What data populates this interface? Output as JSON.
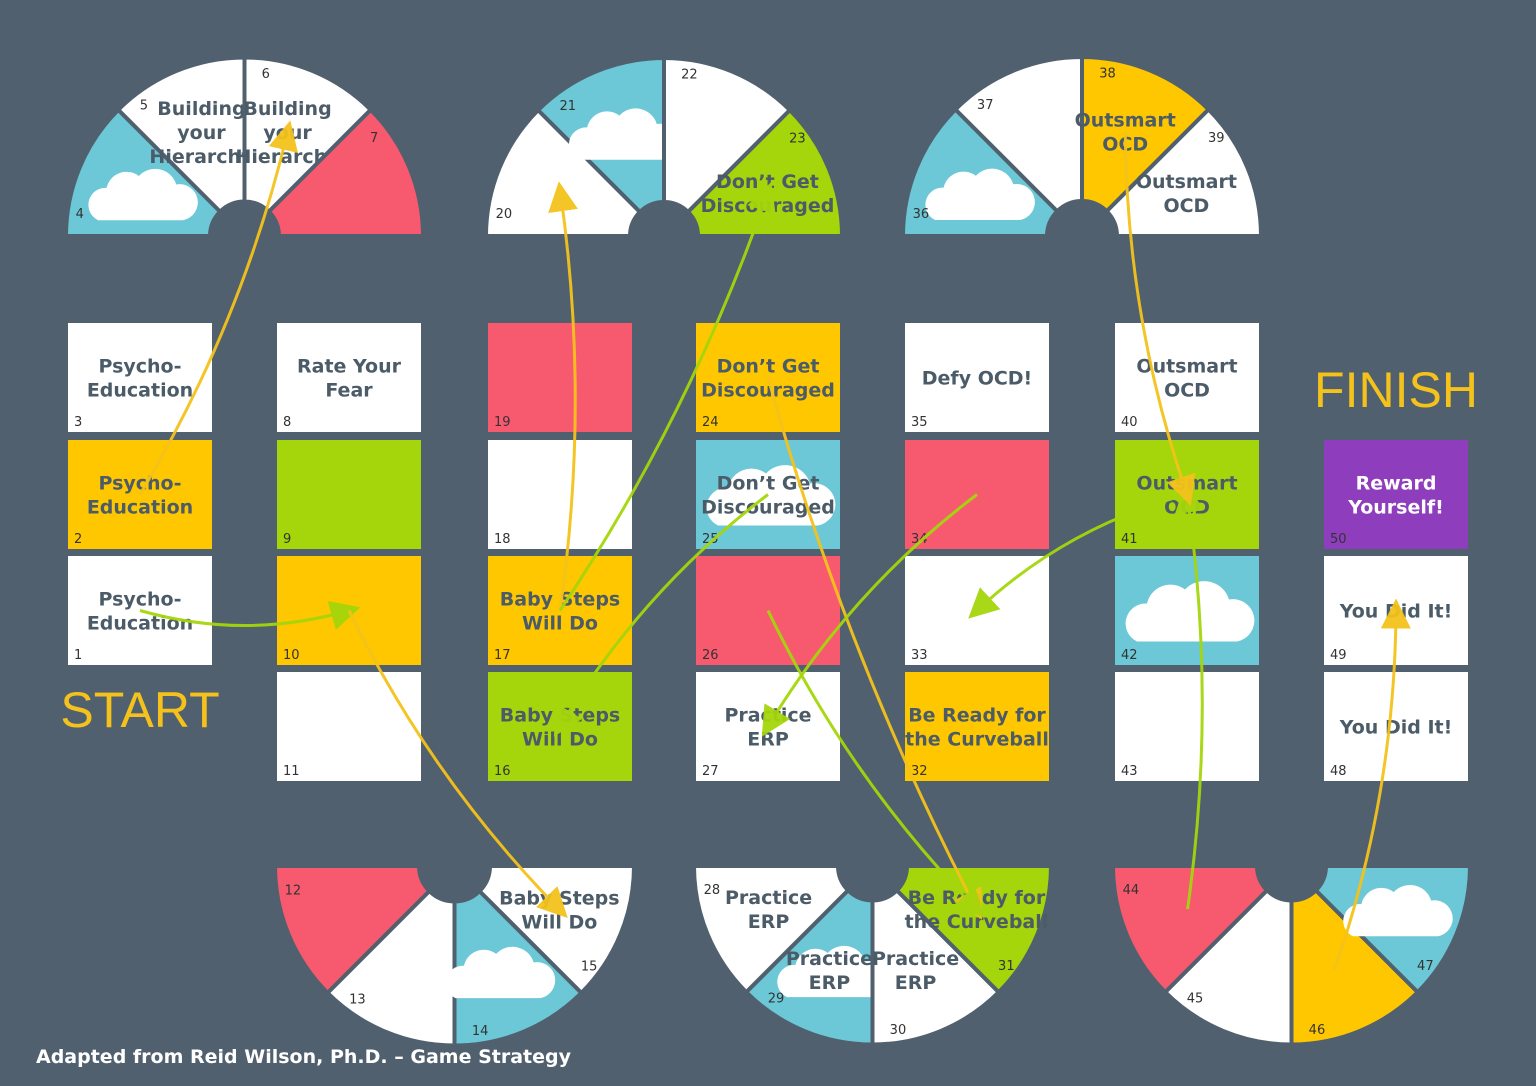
{
  "board": {
    "start_label": "START",
    "finish_label": "FINISH",
    "credit": "Adapted from Reid Wilson, Ph.D. – Game Strategy",
    "colors": {
      "background": "#51606e",
      "white": "#ffffff",
      "blue": "#6cc8d6",
      "red": "#f75a6f",
      "yellow": "#fec700",
      "green": "#a4d60b",
      "purple": "#8e3dbc",
      "text_dark": "#4b5b67",
      "text_light": "#ffffff",
      "arrow_yellow": "#f4c21b",
      "arrow_green": "#a4d60b",
      "start_finish": "#f4c21b"
    },
    "cells": [
      {
        "n": 1,
        "color": "white",
        "lines": [
          "Psycho-",
          "Education"
        ]
      },
      {
        "n": 2,
        "color": "yellow",
        "lines": [
          "Psycho-",
          "Education"
        ]
      },
      {
        "n": 3,
        "color": "white",
        "lines": [
          "Psycho-",
          "Education"
        ]
      },
      {
        "n": 4,
        "color": "blue",
        "cloud": true
      },
      {
        "n": 5,
        "color": "white",
        "lines": [
          "Building",
          "your",
          "Hierarchy"
        ]
      },
      {
        "n": 6,
        "color": "white",
        "lines": [
          "Building",
          "your",
          "Hierarchy"
        ]
      },
      {
        "n": 7,
        "color": "red"
      },
      {
        "n": 8,
        "color": "white",
        "lines": [
          "Rate Your",
          "Fear"
        ]
      },
      {
        "n": 9,
        "color": "green"
      },
      {
        "n": 10,
        "color": "yellow"
      },
      {
        "n": 11,
        "color": "white"
      },
      {
        "n": 12,
        "color": "red"
      },
      {
        "n": 13,
        "color": "white"
      },
      {
        "n": 14,
        "color": "blue",
        "cloud": true
      },
      {
        "n": 15,
        "color": "white",
        "lines": [
          "Baby Steps",
          "Will Do"
        ]
      },
      {
        "n": 16,
        "color": "green",
        "lines": [
          "Baby Steps",
          "Will Do"
        ]
      },
      {
        "n": 17,
        "color": "yellow",
        "lines": [
          "Baby Steps",
          "Will Do"
        ]
      },
      {
        "n": 18,
        "color": "white"
      },
      {
        "n": 19,
        "color": "red"
      },
      {
        "n": 20,
        "color": "white"
      },
      {
        "n": 21,
        "color": "blue",
        "cloud": true
      },
      {
        "n": 22,
        "color": "white"
      },
      {
        "n": 23,
        "color": "green",
        "lines": [
          "Don’t Get",
          "Discouraged"
        ]
      },
      {
        "n": 24,
        "color": "yellow",
        "lines": [
          "Don’t Get",
          "Discouraged"
        ]
      },
      {
        "n": 25,
        "color": "blue",
        "cloud": true,
        "lines": [
          "Don’t Get",
          "Discouraged"
        ]
      },
      {
        "n": 26,
        "color": "red"
      },
      {
        "n": 27,
        "color": "white",
        "lines": [
          "Practice",
          "ERP"
        ]
      },
      {
        "n": 28,
        "color": "white",
        "lines": [
          "Practice",
          "ERP"
        ]
      },
      {
        "n": 29,
        "color": "blue",
        "cloud": true,
        "lines": [
          "Practice",
          "ERP"
        ]
      },
      {
        "n": 30,
        "color": "white",
        "lines": [
          "Practice",
          "ERP"
        ]
      },
      {
        "n": 31,
        "color": "green",
        "lines": [
          "Be Ready for",
          "the Curveball"
        ]
      },
      {
        "n": 32,
        "color": "yellow",
        "lines": [
          "Be Ready for",
          "the Curveball"
        ]
      },
      {
        "n": 33,
        "color": "white"
      },
      {
        "n": 34,
        "color": "red"
      },
      {
        "n": 35,
        "color": "white",
        "lines": [
          "Defy OCD!"
        ]
      },
      {
        "n": 36,
        "color": "blue",
        "cloud": true
      },
      {
        "n": 37,
        "color": "white"
      },
      {
        "n": 38,
        "color": "yellow",
        "lines": [
          "Outsmart",
          "OCD"
        ]
      },
      {
        "n": 39,
        "color": "white",
        "lines": [
          "Outsmart",
          "OCD"
        ]
      },
      {
        "n": 40,
        "color": "white",
        "lines": [
          "Outsmart",
          "OCD"
        ]
      },
      {
        "n": 41,
        "color": "green",
        "lines": [
          "Outsmart",
          "OCD"
        ]
      },
      {
        "n": 42,
        "color": "blue",
        "cloud": true
      },
      {
        "n": 43,
        "color": "white"
      },
      {
        "n": 44,
        "color": "red"
      },
      {
        "n": 45,
        "color": "white"
      },
      {
        "n": 46,
        "color": "yellow"
      },
      {
        "n": 47,
        "color": "blue",
        "cloud": true
      },
      {
        "n": 48,
        "color": "white",
        "lines": [
          "You Did It!"
        ]
      },
      {
        "n": 49,
        "color": "white",
        "lines": [
          "You Did It!"
        ]
      },
      {
        "n": 50,
        "color": "purple",
        "lines": [
          "Reward",
          "Yourself!"
        ]
      }
    ],
    "shortcuts": [
      {
        "from": 1,
        "to": 10,
        "color": "arrow_green"
      },
      {
        "from": 2,
        "to": 6,
        "color": "arrow_yellow"
      },
      {
        "from": 10,
        "to": 15,
        "color": "arrow_yellow"
      },
      {
        "from": 17,
        "to": 20,
        "color": "arrow_yellow"
      },
      {
        "from": 25,
        "to": 16,
        "color": "arrow_green"
      },
      {
        "from": 17,
        "to": 23,
        "color": "arrow_green"
      },
      {
        "from": 24,
        "to": 31,
        "color": "arrow_yellow"
      },
      {
        "from": 34,
        "to": 27,
        "color": "arrow_green"
      },
      {
        "from": 26,
        "to": 31,
        "color": "arrow_green"
      },
      {
        "from": 41,
        "to": 33,
        "color": "arrow_green"
      },
      {
        "from": 44,
        "to": 41,
        "color": "arrow_green"
      },
      {
        "from": 38,
        "to": 41,
        "color": "arrow_yellow"
      },
      {
        "from": 46,
        "to": 49,
        "color": "arrow_yellow"
      }
    ]
  }
}
